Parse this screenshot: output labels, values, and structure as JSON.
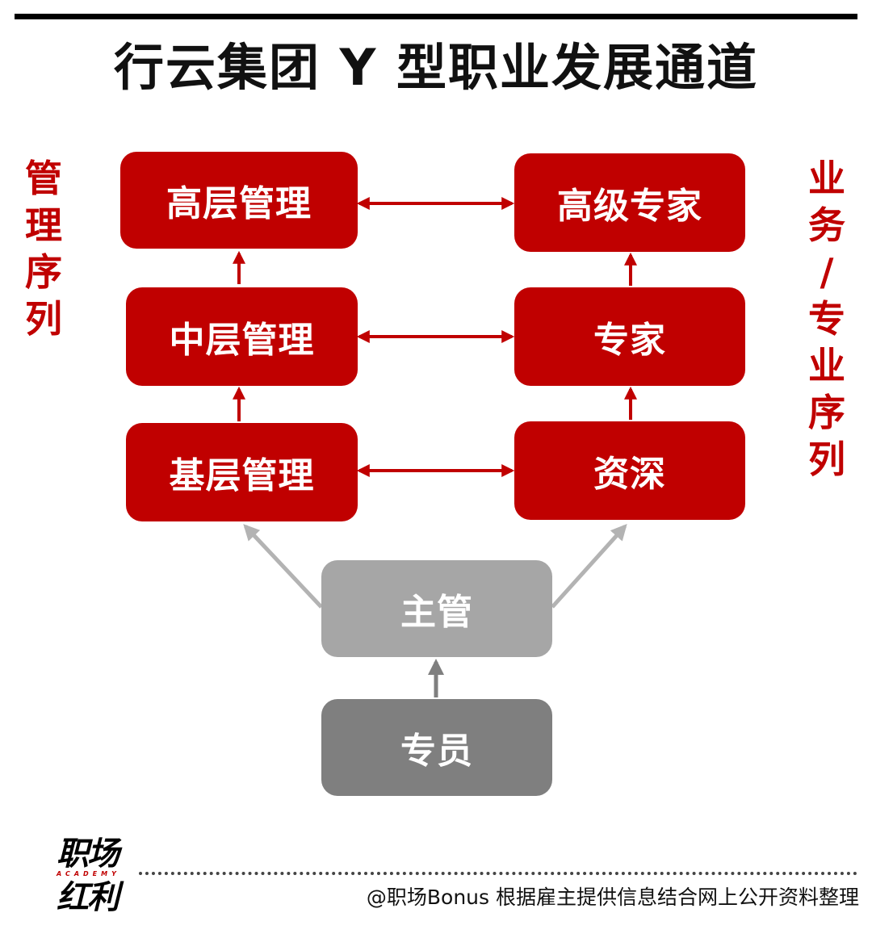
{
  "title": "行云集团 Y 型职业发展通道",
  "sequences": {
    "management": "管\n理\n序\n列",
    "professional": "业\n务\n/\n专\n业\n序\n列"
  },
  "management_ladder": {
    "senior": "高层管理",
    "middle": "中层管理",
    "junior": "基层管理"
  },
  "professional_ladder": {
    "senior": "高级专家",
    "middle": "专家",
    "junior": "资深"
  },
  "trunk": {
    "supervisor": "主管",
    "specialist": "专员"
  },
  "footer": {
    "logo_line1": "职场",
    "logo_sub": "ACADEMY",
    "logo_line2": "红利",
    "caption": "@职场Bonus 根据雇主提供信息结合网上公开资料整理"
  },
  "colors": {
    "accent_red": "#c00000",
    "trunk_light_gray": "#a6a6a6",
    "trunk_dark_gray": "#7f7f7f",
    "branch_arrow_gray": "#b3b3b3"
  }
}
